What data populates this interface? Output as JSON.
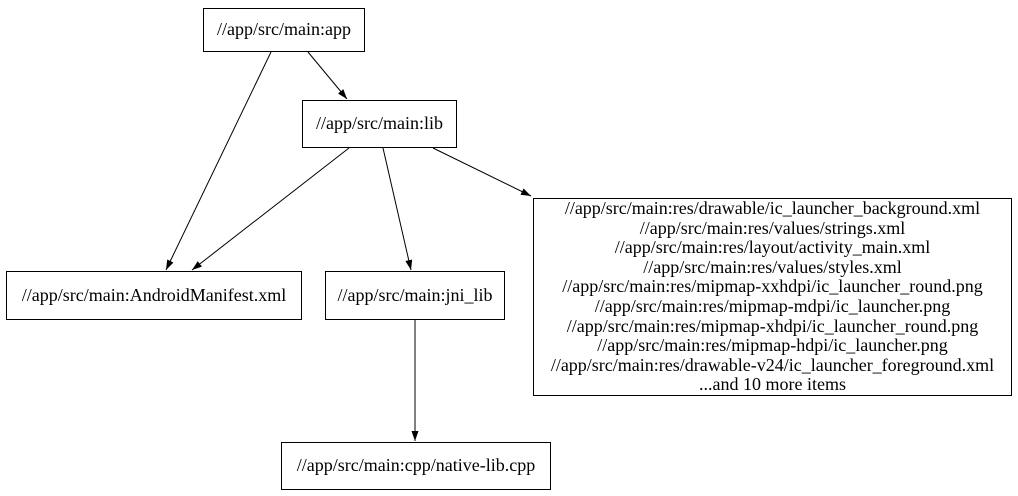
{
  "diagram": {
    "type": "dependency-graph",
    "background_color": "#ffffff",
    "node_border_color": "#000000",
    "edge_color": "#000000",
    "text_color": "#000000",
    "nodes": {
      "app": {
        "label": "//app/src/main:app"
      },
      "lib": {
        "label": "//app/src/main:lib"
      },
      "android_manifest": {
        "label": "//app/src/main:AndroidManifest.xml"
      },
      "jni_lib": {
        "label": "//app/src/main:jni_lib"
      },
      "native_lib_cpp": {
        "label": "//app/src/main:cpp/native-lib.cpp"
      },
      "resources": {
        "lines": [
          "//app/src/main:res/drawable/ic_launcher_background.xml",
          "//app/src/main:res/values/strings.xml",
          "//app/src/main:res/layout/activity_main.xml",
          "//app/src/main:res/values/styles.xml",
          "//app/src/main:res/mipmap-xxhdpi/ic_launcher_round.png",
          "//app/src/main:res/mipmap-mdpi/ic_launcher.png",
          "//app/src/main:res/mipmap-xhdpi/ic_launcher_round.png",
          "//app/src/main:res/mipmap-hdpi/ic_launcher.png",
          "//app/src/main:res/drawable-v24/ic_launcher_foreground.xml",
          "...and 10 more items"
        ]
      }
    },
    "edges": [
      {
        "from": "app",
        "to": "lib"
      },
      {
        "from": "app",
        "to": "android_manifest"
      },
      {
        "from": "lib",
        "to": "android_manifest"
      },
      {
        "from": "lib",
        "to": "jni_lib"
      },
      {
        "from": "lib",
        "to": "resources"
      },
      {
        "from": "jni_lib",
        "to": "native_lib_cpp"
      }
    ]
  }
}
